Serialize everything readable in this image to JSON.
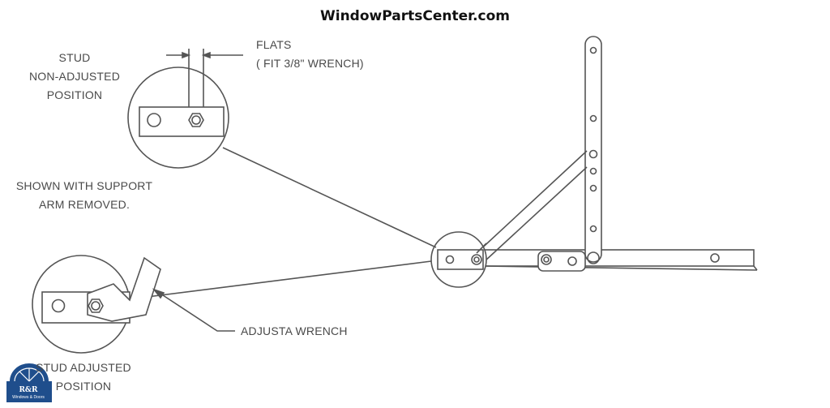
{
  "header": {
    "site_title": "WindowPartsCenter.com"
  },
  "labels": {
    "flats_line1": "FLATS",
    "flats_line2": "( FIT 3/8\" WRENCH)",
    "stud_non_adjusted_line1": "STUD",
    "stud_non_adjusted_line2": "NON-ADJUSTED",
    "stud_non_adjusted_line3": "POSITION",
    "shown_note_line1": "SHOWN WITH SUPPORT",
    "shown_note_line2": "ARM REMOVED.",
    "adjusta_wrench": "ADJUSTA WRENCH",
    "stud_adjusted_line1": "STUD ADJUSTED",
    "stud_adjusted_line2": "POSITION"
  },
  "logo": {
    "name": "R&R",
    "subtitle": "Windows & Doors",
    "color": "#1f4e8c"
  },
  "colors": {
    "line": "#555555",
    "fill": "#ffffff",
    "text": "#4a4a4a"
  }
}
